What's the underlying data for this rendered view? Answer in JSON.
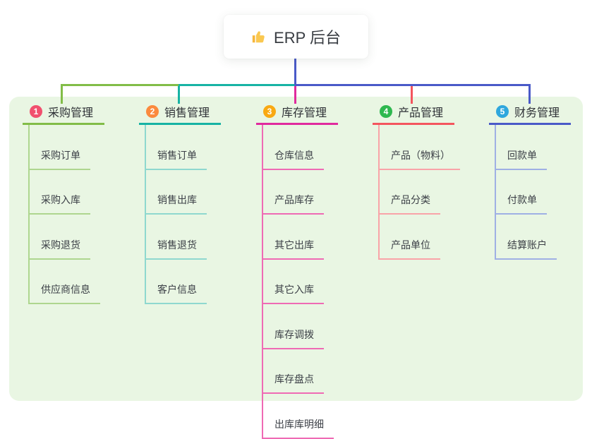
{
  "root": {
    "icon": "thumbs-up-icon",
    "label": "ERP 后台",
    "line_color": "#4a5ac8"
  },
  "canvas": {
    "panel_color": "#e9f6e3",
    "background": "#ffffff"
  },
  "branches": [
    {
      "number": "1",
      "label": "采购管理",
      "badge_color": "#f1506e",
      "line_color": "#82bd48",
      "child_line_color": "#aed68f",
      "children": [
        "采购订单",
        "采购入库",
        "采购退货",
        "供应商信息"
      ]
    },
    {
      "number": "2",
      "label": "销售管理",
      "badge_color": "#fb8a3e",
      "line_color": "#17b3a4",
      "child_line_color": "#8fd8cf",
      "children": [
        "销售订单",
        "销售出库",
        "销售退货",
        "客户信息"
      ]
    },
    {
      "number": "3",
      "label": "库存管理",
      "badge_color": "#f9a912",
      "line_color": "#e02a9e",
      "child_line_color": "#ef6ab4",
      "children": [
        "仓库信息",
        "产品库存",
        "其它出库",
        "其它入库",
        "库存调拨",
        "库存盘点",
        "出库库明细"
      ]
    },
    {
      "number": "4",
      "label": "产品管理",
      "badge_color": "#2eb84f",
      "line_color": "#f4555e",
      "child_line_color": "#f9a3a8",
      "children": [
        "产品（物料）",
        "产品分类",
        "产品单位"
      ]
    },
    {
      "number": "5",
      "label": "财务管理",
      "badge_color": "#2fa7dd",
      "line_color": "#4a5ac8",
      "child_line_color": "#9fb0e4",
      "children": [
        "回款单",
        "付款单",
        "结算账户"
      ]
    }
  ]
}
